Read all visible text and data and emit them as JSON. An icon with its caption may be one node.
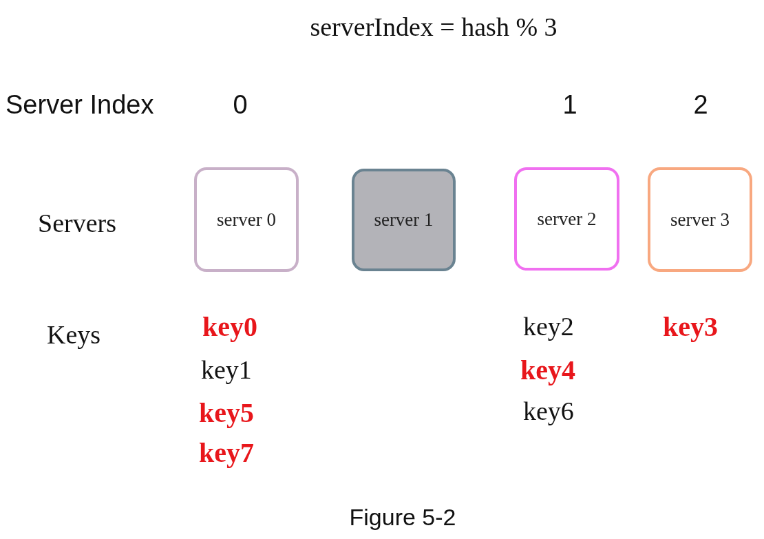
{
  "diagram": {
    "title": "serverIndex = hash % 3",
    "caption": "Figure 5-2",
    "nodes": [
      {
        "text": [
          "server 0"
        ]
      },
      {
        "text": [
          "server 1"
        ]
      },
      {
        "text": [
          "server 2"
        ]
      },
      {
        "text": [
          "server 3"
        ]
      }
    ],
    "labels": [
      "Server Index",
      "0",
      "1",
      "2",
      "Servers",
      "Keys",
      "key0",
      "key2",
      "key3",
      "key1",
      "key4",
      "key5",
      "key6",
      "key7"
    ]
  }
}
